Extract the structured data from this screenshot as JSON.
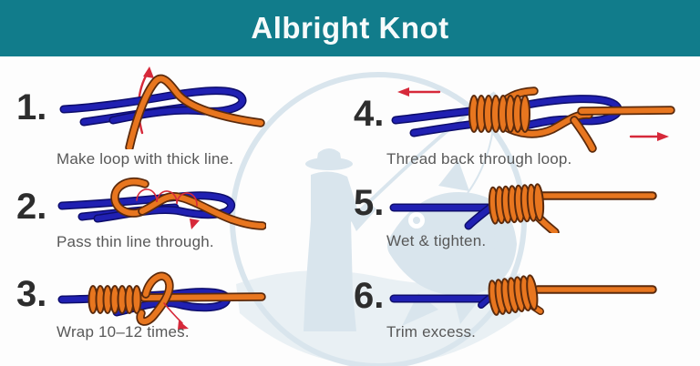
{
  "header": {
    "title": "Albright Knot"
  },
  "steps": [
    {
      "number": "1.",
      "caption": "Make loop with thick line."
    },
    {
      "number": "2.",
      "caption": "Pass thin line through."
    },
    {
      "number": "3.",
      "caption": "Wrap 10–12 times."
    },
    {
      "number": "4.",
      "caption": "Thread back through loop."
    },
    {
      "number": "5.",
      "caption": "Wet & tighten."
    },
    {
      "number": "6.",
      "caption": "Trim excess."
    }
  ],
  "icons": {
    "watermark": "fisherman-and-fish-circle-watermark",
    "arrows": "red-direction-arrows"
  },
  "colors": {
    "teal": "#117c8b",
    "title_ink": "#f6fbfb",
    "background": "#fdfdfd",
    "line_blue": "#2020b2",
    "line_blue_dark": "#0d0d6b",
    "line_orange": "#e8761f",
    "line_orange_dark": "#5b2a0c",
    "arrow_red": "#d6293a",
    "number_ink": "#2d2d2d",
    "caption_ink": "#585858",
    "watermark_blue": "#d9e5ed"
  }
}
